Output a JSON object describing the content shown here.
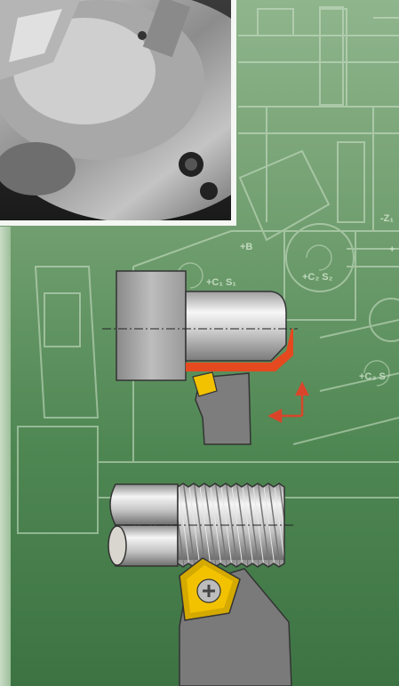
{
  "machine_labels": {
    "b_axis": "+B",
    "c1_s1": "+C₁ S₁",
    "c2_s2": "+C₂ S₂",
    "c3_s3": "+C₃ S",
    "z_axis_top": "-Z₁",
    "plus_right": "+"
  },
  "colors": {
    "background_green": "#5a8f5c",
    "cut_highlight": "#e5491f",
    "arrow_red": "#d9452a",
    "insert_yellow": "#f2c200"
  }
}
